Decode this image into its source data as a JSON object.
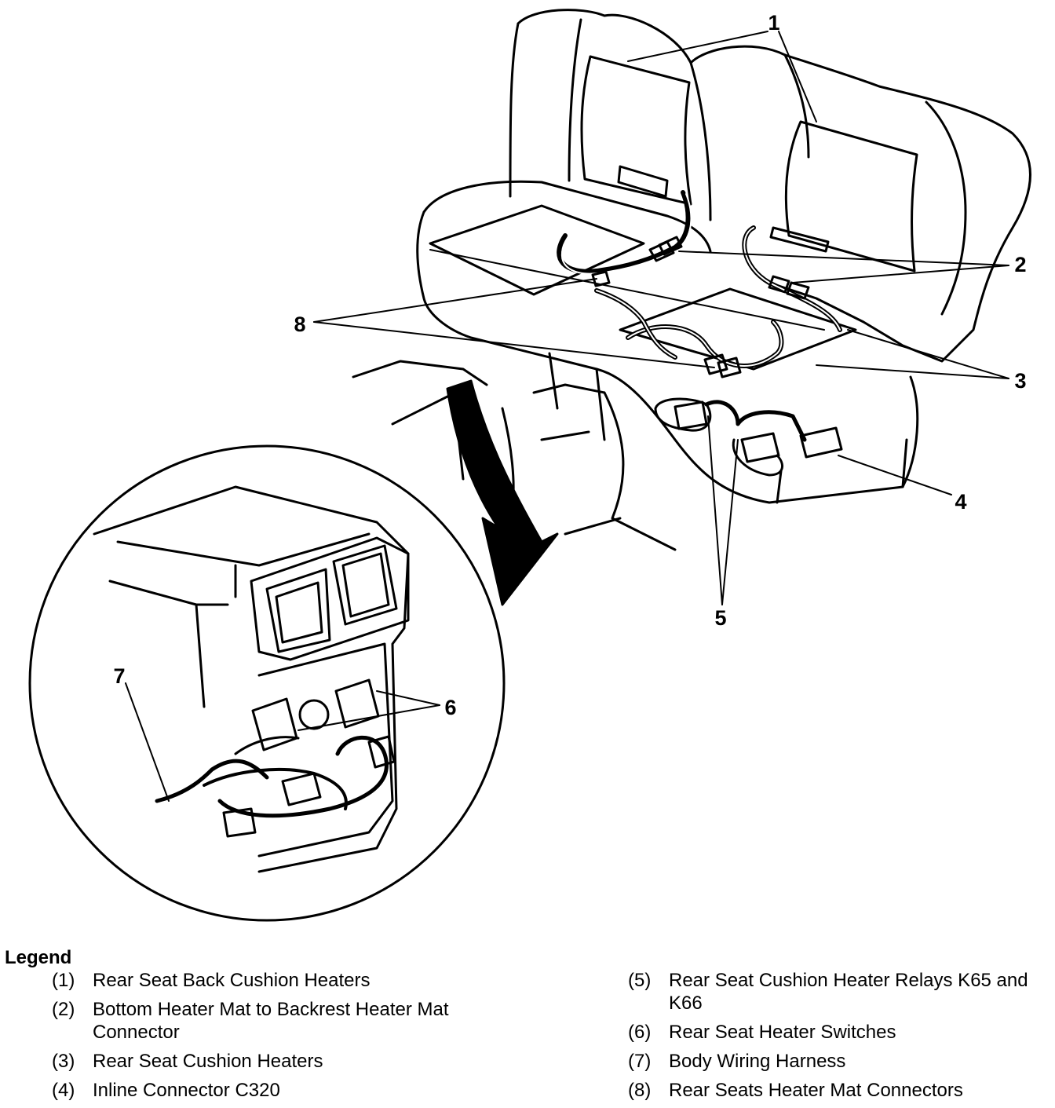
{
  "callouts": {
    "c1": "1",
    "c2": "2",
    "c3": "3",
    "c4": "4",
    "c5": "5",
    "c6": "6",
    "c7": "7",
    "c8": "8"
  },
  "legend": {
    "title": "Legend",
    "left": [
      {
        "num": "(1)",
        "text": "Rear Seat Back Cushion Heaters"
      },
      {
        "num": "(2)",
        "text": "Bottom Heater Mat to Backrest Heater Mat Connector"
      },
      {
        "num": "(3)",
        "text": "Rear Seat Cushion Heaters"
      },
      {
        "num": "(4)",
        "text": "Inline Connector C320"
      }
    ],
    "right": [
      {
        "num": "(5)",
        "text": "Rear Seat Cushion Heater Relays K65 and K66"
      },
      {
        "num": "(6)",
        "text": "Rear Seat Heater Switches"
      },
      {
        "num": "(7)",
        "text": "Body Wiring Harness"
      },
      {
        "num": "(8)",
        "text": "Rear Seats Heater Mat Connectors"
      }
    ]
  }
}
